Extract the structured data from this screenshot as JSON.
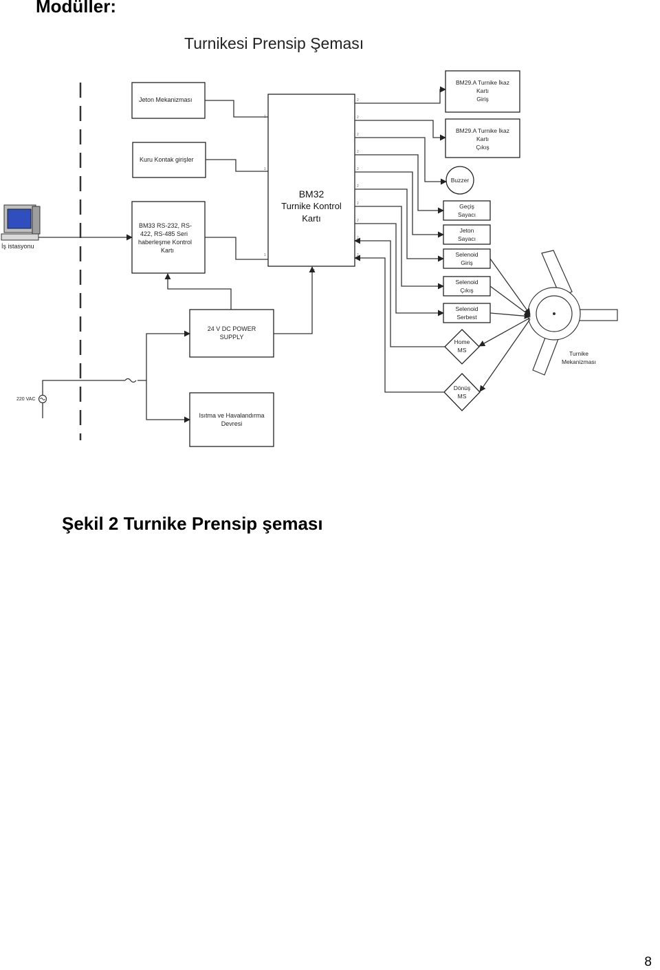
{
  "page": {
    "heading": "Modüller:",
    "caption": "Şekil 2 Turnike Prensip şeması",
    "page_number": "8"
  },
  "diagram": {
    "title": "Turnikesi Prensip Şeması",
    "main_board": {
      "line1": "BM32",
      "line2": "Turnike Kontrol",
      "line3": "Kartı"
    },
    "inputs": {
      "jeton": "Jeton Mekanizması",
      "kuru_kontak": "Kuru Kontak girişler",
      "bm33": [
        "BM33 RS-232, RS-",
        "422, RS-485 Seri",
        "haberleşme Kontrol",
        "Kartı"
      ]
    },
    "workstation_label": "İş istasyonu",
    "power_supply": [
      "24 V DC POWER",
      "SUPPLY"
    ],
    "heater": [
      "Isıtma ve Havalandırma",
      "Devresi"
    ],
    "ac_label": "220 VAC",
    "outputs": {
      "ikaz_giris": [
        "BM29.A Turnike İkaz",
        "Kartı",
        "Giriş"
      ],
      "ikaz_cikis": [
        "BM29.A Turnike İkaz",
        "Kartı",
        "Çıkış"
      ],
      "buzzer": "Buzzer",
      "gecis_sayaci": [
        "Geçiş",
        "Sayacı"
      ],
      "jeton_sayaci": [
        "Jeton",
        "Sayacı"
      ],
      "selenoid_giris": [
        "Selenoid",
        "Giriş"
      ],
      "selenoid_cikis": [
        "Selenoid",
        "Çıkış"
      ],
      "selenoid_serbest": [
        "Selenoid",
        "Serbest"
      ],
      "home_ms": [
        "Home",
        "MS"
      ],
      "donus_ms": [
        "Dönüş",
        "MS"
      ]
    },
    "mechanism_label": [
      "Turnike",
      "Mekanizması"
    ]
  }
}
